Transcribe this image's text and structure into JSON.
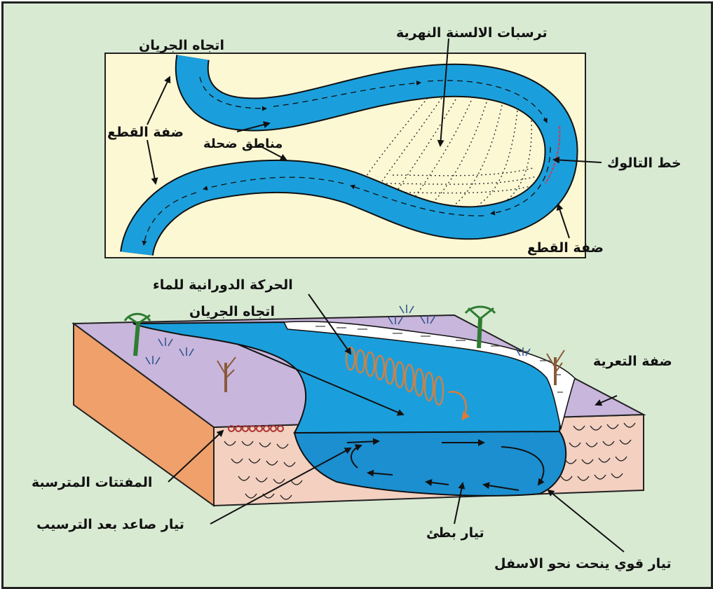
{
  "diagram": {
    "top_panel": {
      "flow_direction": "اتجاه الجريان",
      "point_bar_deposits": "ترسبات الالسنة النهرية",
      "cut_bank_left": "ضفة القطع",
      "shallow_zones": "مناطق ضحلة",
      "thalweg_line": "خط التالوك",
      "cut_bank_bottom": "ضفة القطع"
    },
    "bottom_panel": {
      "helical_flow": "الحركة الدورانية للماء",
      "flow_direction": "اتجاه الجريان",
      "erosion_bank": "ضفة التعرية",
      "deposited_debris": "المفتتات المترسبة",
      "rising_current": "تيار صاعد بعد الترسيب",
      "slow_current": "تيار بطئ",
      "strong_down_current": "تيار قوي ينحت نحو الاسفل"
    }
  },
  "colors": {
    "background": "#d9ead3",
    "panel": "#fdf8d4",
    "water": "#1b9fdc",
    "water_dark": "#0f73b3",
    "ground_top": "#c8b6dc",
    "ground_side": "#f3d0c0",
    "ground_front": "#f0a06a",
    "arrow": "#111111",
    "helix": "#c8824a"
  }
}
